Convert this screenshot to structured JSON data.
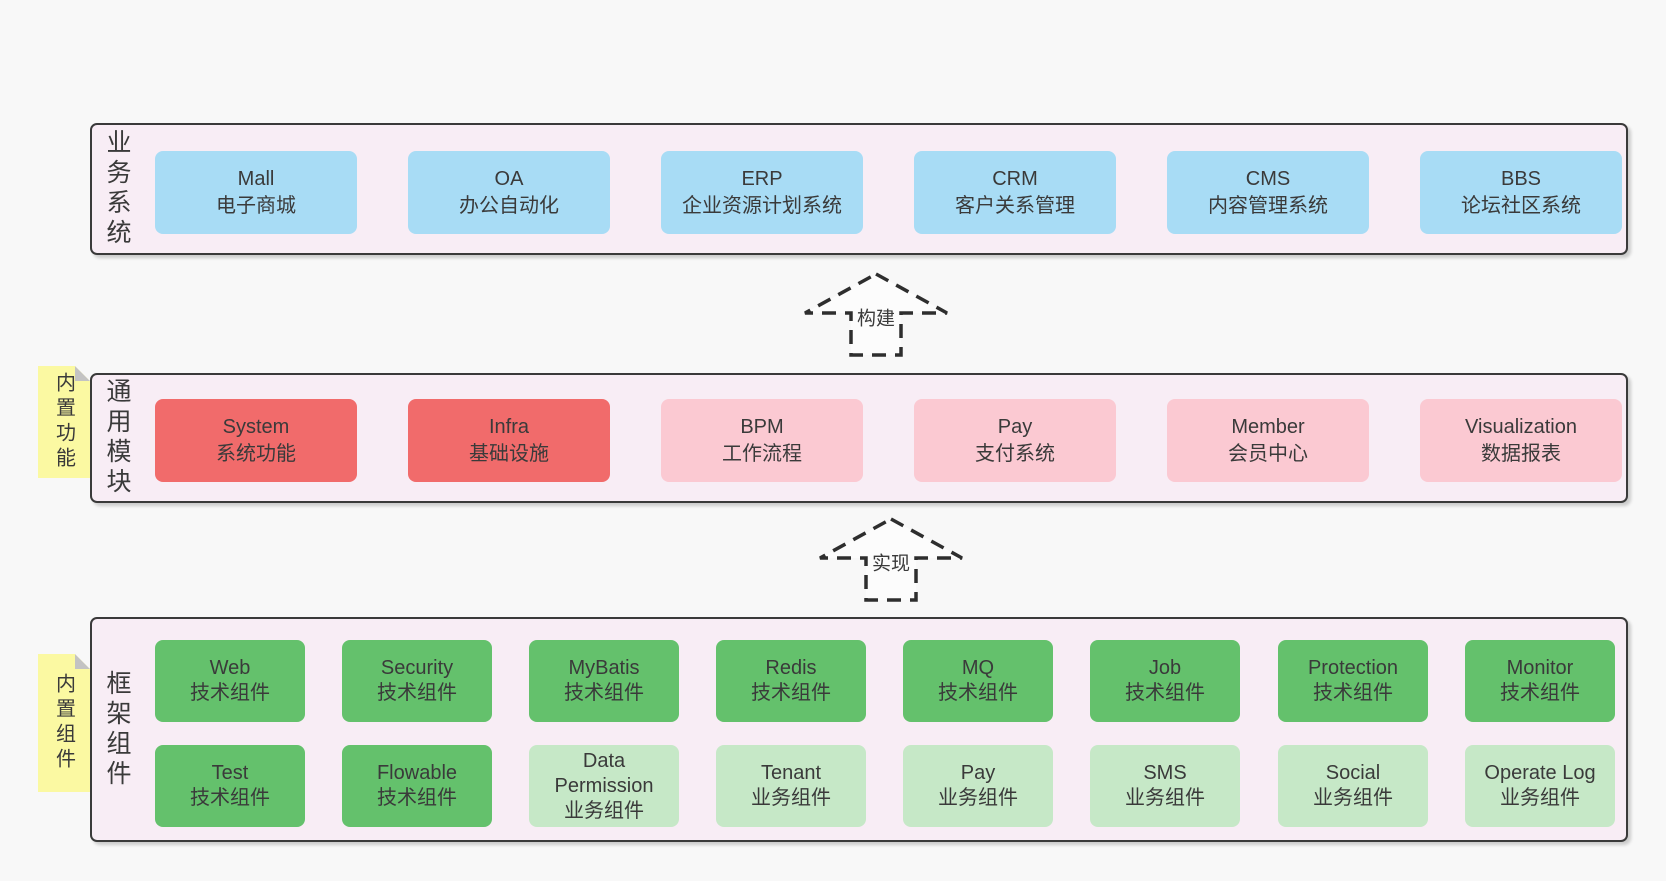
{
  "colors": {
    "page_bg": "#f8f8f8",
    "band_bg": "#f8edf5",
    "band_border": "#3a3a3a",
    "blue_box": "#a8dcf5",
    "red_box": "#f16b6b",
    "pink_box": "#fbc9d2",
    "green_box": "#64c16c",
    "light_green_box": "#c6e8c7",
    "note_yellow": "#fbf9a2",
    "note_fold_gray": "#c3c3c3",
    "text": "#3a3a3a"
  },
  "arrows": [
    {
      "label": "构建"
    },
    {
      "label": "实现"
    }
  ],
  "notes": [
    {
      "label": "内置功能"
    },
    {
      "label": "内置组件"
    }
  ],
  "bands": [
    {
      "label": "业务系统",
      "boxes": [
        {
          "name": "Mall",
          "desc": "电子商城"
        },
        {
          "name": "OA",
          "desc": "办公自动化"
        },
        {
          "name": "ERP",
          "desc": "企业资源计划系统"
        },
        {
          "name": "CRM",
          "desc": "客户关系管理"
        },
        {
          "name": "CMS",
          "desc": "内容管理系统"
        },
        {
          "name": "BBS",
          "desc": "论坛社区系统"
        }
      ]
    },
    {
      "label": "通用模块",
      "boxes": [
        {
          "name": "System",
          "desc": "系统功能"
        },
        {
          "name": "Infra",
          "desc": "基础设施"
        },
        {
          "name": "BPM",
          "desc": "工作流程"
        },
        {
          "name": "Pay",
          "desc": "支付系统"
        },
        {
          "name": "Member",
          "desc": "会员中心"
        },
        {
          "name": "Visualization",
          "desc": "数据报表"
        }
      ]
    },
    {
      "label": "框架组件",
      "rows": [
        [
          {
            "name": "Web",
            "desc": "技术组件"
          },
          {
            "name": "Security",
            "desc": "技术组件"
          },
          {
            "name": "MyBatis",
            "desc": "技术组件"
          },
          {
            "name": "Redis",
            "desc": "技术组件"
          },
          {
            "name": "MQ",
            "desc": "技术组件"
          },
          {
            "name": "Job",
            "desc": "技术组件"
          },
          {
            "name": "Protection",
            "desc": "技术组件"
          },
          {
            "name": "Monitor",
            "desc": "技术组件"
          }
        ],
        [
          {
            "name": "Test",
            "desc": "技术组件"
          },
          {
            "name": "Flowable",
            "desc": "技术组件"
          },
          {
            "name": "Data Permission",
            "desc": "业务组件"
          },
          {
            "name": "Tenant",
            "desc": "业务组件"
          },
          {
            "name": "Pay",
            "desc": "业务组件"
          },
          {
            "name": "SMS",
            "desc": "业务组件"
          },
          {
            "name": "Social",
            "desc": "业务组件"
          },
          {
            "name": "Operate Log",
            "desc": "业务组件"
          }
        ]
      ]
    }
  ]
}
